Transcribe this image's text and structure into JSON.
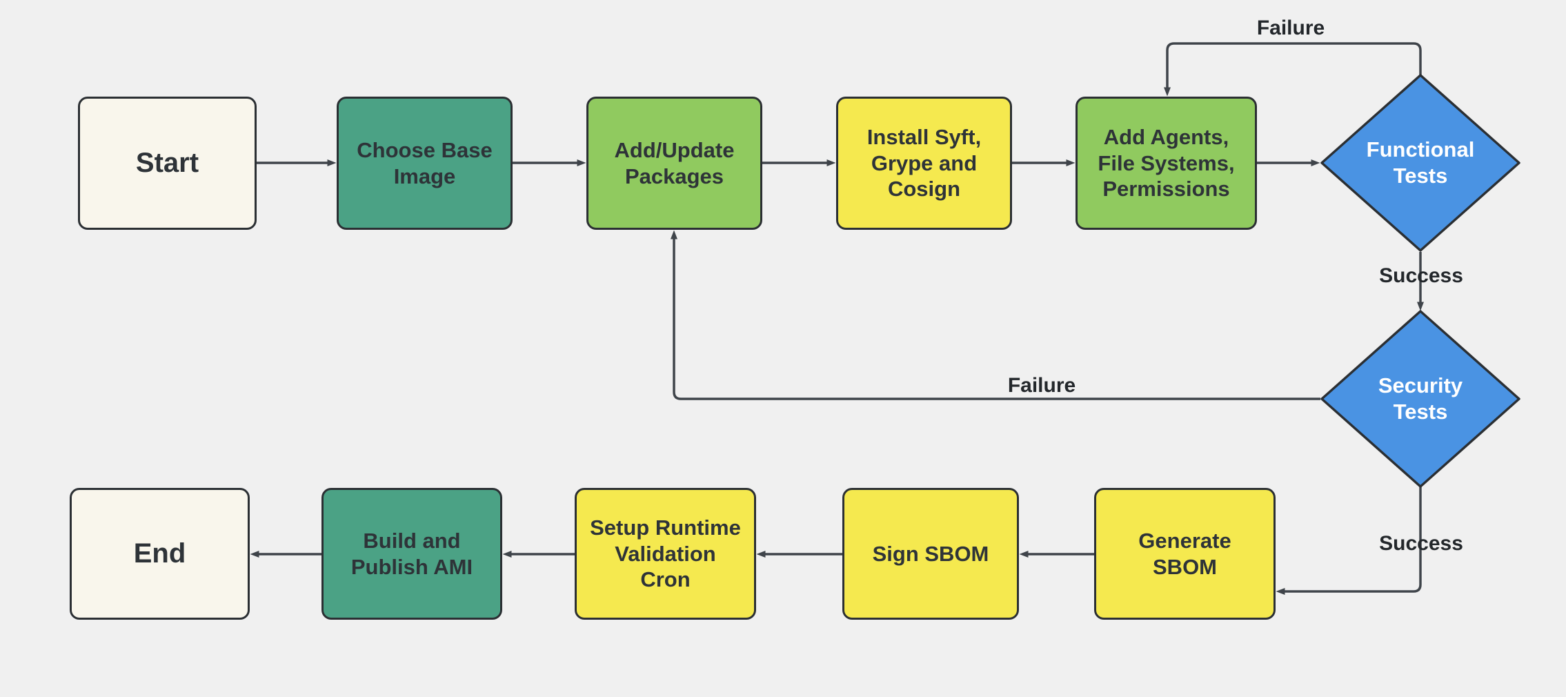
{
  "canvas": {
    "background": "#f0f0f0"
  },
  "palette": {
    "terminal_fill": "#f9f6ec",
    "teal_fill": "#4ba285",
    "green_fill": "#90ca5f",
    "yellow_fill": "#f5e94f",
    "blue_fill": "#4a93e3",
    "node_border": "#2b2f33",
    "connector_line": "#3f444a",
    "text_dark": "#2e3338",
    "text_light": "#ffffff"
  },
  "nodes": {
    "start": {
      "label": "Start"
    },
    "choose_base": {
      "label": "Choose Base Image"
    },
    "add_update": {
      "label": "Add/Update Packages"
    },
    "install_syft": {
      "label": "Install Syft, Grype and Cosign"
    },
    "add_agents": {
      "label": "Add Agents, File Systems, Permissions"
    },
    "functional_tests": {
      "label": "Functional Tests"
    },
    "security_tests": {
      "label": "Security Tests"
    },
    "generate_sbom": {
      "label": "Generate SBOM"
    },
    "sign_sbom": {
      "label": "Sign SBOM"
    },
    "setup_cron": {
      "label": "Setup Runtime Validation Cron"
    },
    "build_publish": {
      "label": "Build and Publish AMI"
    },
    "end": {
      "label": "End"
    }
  },
  "edge_labels": {
    "functional_failure": "Failure",
    "functional_success": "Success",
    "security_failure": "Failure",
    "security_success": "Success"
  }
}
